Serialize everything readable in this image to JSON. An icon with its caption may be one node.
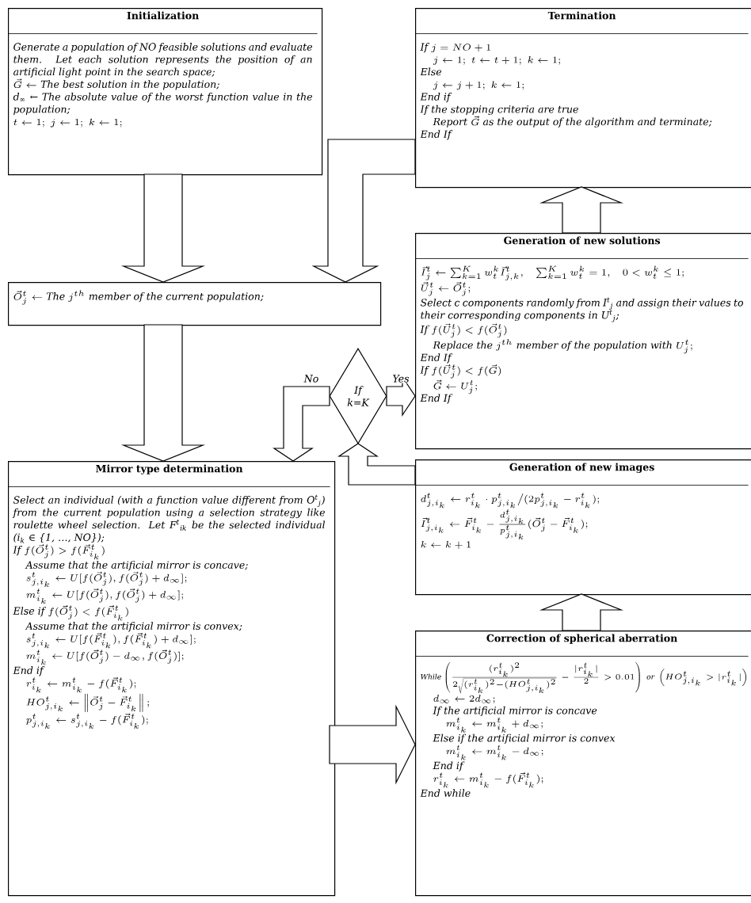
{
  "diagram": {
    "nodes": [
      {
        "text": [
          "Initialization",
          "Generate a population of NO feasible solutions and evaluate them. Let each solution represents the position of an artificial light point in the search space;",
          "\\vec{G} \\leftarrow \\textit{The best solution in the population;}",
          "d$_{∞}$ ← The absolute value of the worst function value in the population;",
          "t \\leftarrow 1;\\; j \\leftarrow 1;\\; k \\leftarrow 1;"
        ]
      },
      {
        "text": [
          "Termination",
          "\\textit{If } j=NO+1",
          "j \\leftarrow 1;\\; t \\leftarrow t+1;\\; k \\leftarrow 1;",
          "Else",
          "j \\leftarrow j+1;\\; k \\leftarrow 1;",
          "End if",
          "If the stopping criteria are true",
          "\\textit{Report } \\vec{G} \\textit{ as the output of the algorithm and terminate;}",
          "End If"
        ]
      },
      {
        "text": [
          "\\vec{O}^t_j \\leftarrow \\textit{The } j^{th} \\textit{ member of the current population;}"
        ]
      },
      {
        "text": [
          "Generation of new solutions",
          "\\vec{I}^t_j \\leftarrow \\sum_{k=1}^{K} w^k_t \\vec{I}^t_{j,k},\\quad \\sum_{k=1}^{K} w^k_t = 1,\\quad 0 < w^k_t \\le 1;",
          "\\vec{U}^t_j \\leftarrow \\vec{O}^t_j;",
          "Select c components randomly from I$^{t}$$_{j}$ and assign their values to their corresponding components in U$^{t}$$_{j}$;",
          "\\textit{If } f(\\vec{U}^t_j) < f(\\vec{O}^t_j)",
          "\\textit{Replace the } j^{th} \\textit{ member of the population with } U^t_j;",
          "End If",
          "\\textit{If } f(\\vec{U}^t_j) < f(\\vec{G})",
          "\\vec{G} \\leftarrow U^t_j;",
          "End If"
        ]
      },
      {
        "text": [
          "Generation of new images",
          "d^t_{j,i_k} \\leftarrow r^t_{i_k} \\cdot p^t_{j,i_k} \\big/ (2p^t_{j,i_k} - r^t_{i_k});",
          "\\vec{I}^t_{j,i_k} \\leftarrow \\vec{F}^t_{i_k} - \\frac{d^t_{j,i_k}}{p^t_{j,i_k}} (\\vec{O}^t_j - \\vec{F}^t_{i_k});",
          "k \\leftarrow k+1"
        ]
      },
      {
        "text": [
          "If k=K"
        ]
      },
      {
        "text": [
          "Mirror type determination",
          "Select an individual (with a function value different from O$^{t}$$_{j}$) from the current population using a selection strategy like roulette wheel selection. Let F$^{t}$$_{ik}$ be the selected individual (i$_{k}$ ∈ {1, …, NO});",
          "\\textit{If } f(\\vec{O}^t_j) > f(\\vec{F}^t_{i_k})",
          "Assume that the artificial mirror is concave;",
          "s^t_{j,i_k} \\leftarrow U[f(\\vec{O}^t_j), f(\\vec{O}^t_j) + d_{\\infty}];",
          "m^t_{i_k} \\leftarrow U[f(\\vec{O}^t_j), f(\\vec{O}^t_j) + d_{\\infty}];",
          "\\textit{Else if } f(\\vec{O}^t_j) < f(\\vec{F}^t_{i_k})",
          "Assume that the artificial mirror is convex;",
          "s^t_{j,i_k} \\leftarrow U[f(\\vec{F}^t_{i_k}), f(\\vec{F}^t_{i_k}) + d_{\\infty}];",
          "m^t_{i_k} \\leftarrow U[f(\\vec{O}^t_j) - d_{\\infty}, f(\\vec{O}^t_j)];",
          "End if",
          "r^t_{i_k} \\leftarrow m^t_{i_k} - f(\\vec{F}^t_{i_k});",
          "HO^t_{j,i_k} \\leftarrow \\left\\| \\vec{O}^t_j - \\vec{F}^t_{i_k} \\right\\|;",
          "p^t_{j,i_k} \\leftarrow s^t_{j,i_k} - f(\\vec{F}^t_{i_k});"
        ]
      },
      {
        "text": [
          "Correction of spherical aberration",
          "\\textit{While} \\left( \\frac{(r^t_{i_k})^2}{2\\sqrt{(r^t_{i_k})^2 - (HO^t_{j,i_k})^2}} - \\frac{|r^t_{i_k}|}{2} > 0.01 \\right) \\textit{ or } \\left( HO^t_{j,i_k} > |r^t_{i_k}| \\right)",
          "d_{\\infty} \\leftarrow 2d_{\\infty};",
          "If the artificial mirror is concave",
          "m^t_{i_k} \\leftarrow m^t_{i_k} + d_{\\infty};",
          "Else if the artificial mirror is convex",
          "m^t_{i_k} \\leftarrow m^t_{i_k} - d_{\\infty};",
          "End if",
          "r^t_{i_k} \\leftarrow m^t_{i_k} - f(\\vec{F}^t_{i_k});",
          "End while"
        ]
      }
    ],
    "edges": [
      {
        "from": 0,
        "to": 2,
        "arrow": "to"
      },
      {
        "from": 1,
        "to": 2,
        "arrow": "to"
      },
      {
        "from": 2,
        "to": 6,
        "arrow": "to"
      },
      {
        "from": 6,
        "to": 7,
        "arrow": "to"
      },
      {
        "from": 7,
        "to": 4,
        "arrow": "to"
      },
      {
        "from": 4,
        "to": 5,
        "arrow": "to"
      },
      {
        "from": 5,
        "to": 3,
        "arrow": "to",
        "label": "Yes"
      },
      {
        "from": 5,
        "to": 6,
        "arrow": "to",
        "label": "No"
      },
      {
        "from": 3,
        "to": 1,
        "arrow": "to"
      }
    ]
  }
}
